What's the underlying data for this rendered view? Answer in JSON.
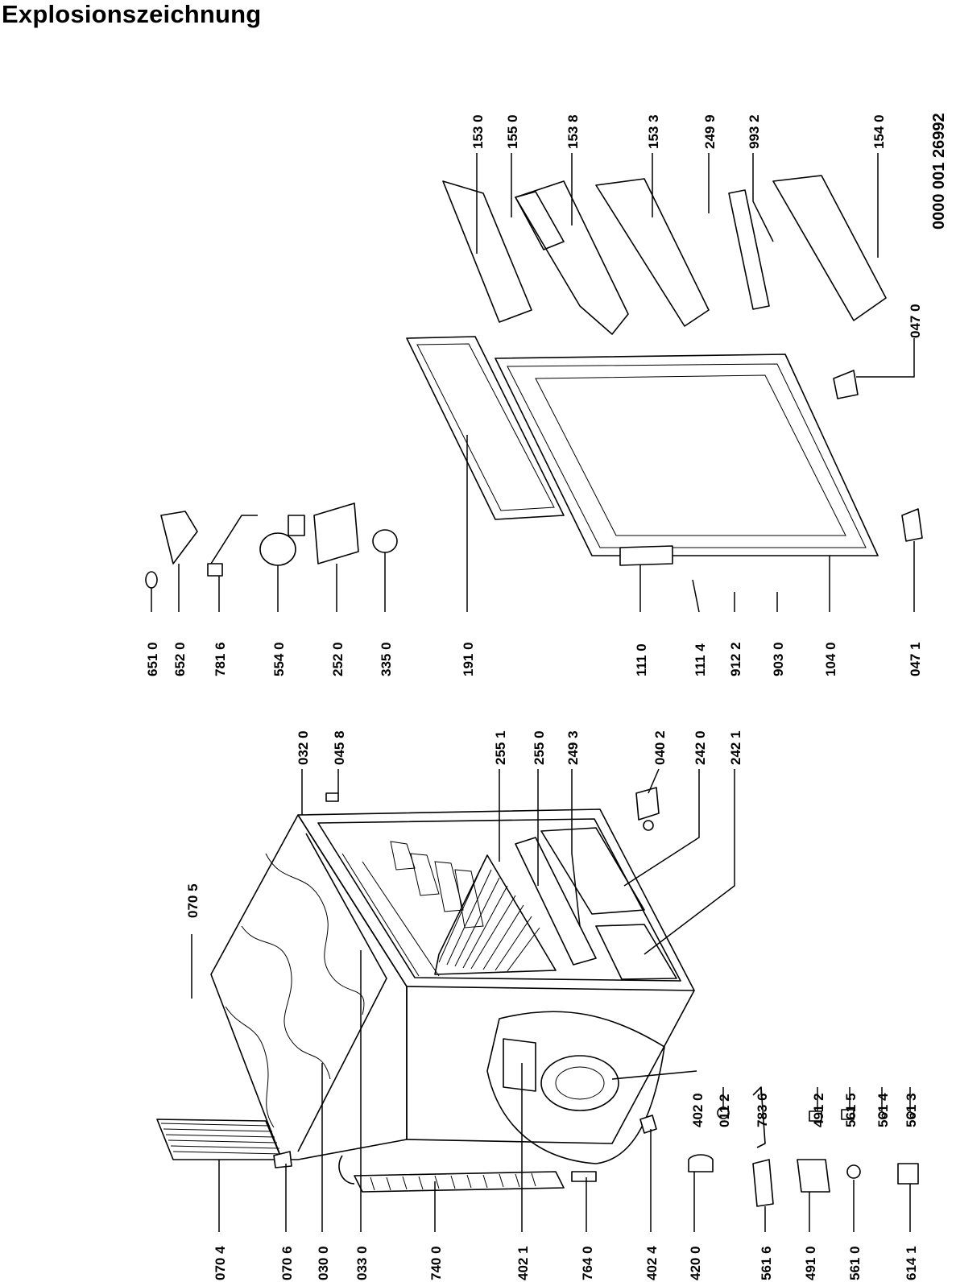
{
  "title": "Explosionszeichnung",
  "document_number": "0000 001 26992",
  "parts": {
    "p0704": "070 4",
    "p0706": "070 6",
    "p0300": "030 0",
    "p0330": "033 0",
    "p7400": "740 0",
    "p4021": "402 1",
    "p7640": "764 0",
    "p4024": "402 4",
    "p4200": "420 0",
    "p5616": "561 6",
    "p4910": "491 0",
    "p5610": "561 0",
    "p6141": "614 1",
    "p4020": "402 0",
    "p0112": "011 2",
    "p7836": "783 6",
    "p4912": "491 2",
    "p5615": "561 5",
    "p5614": "561 4",
    "p5613": "561 3",
    "p0705": "070 5",
    "p0320": "032 0",
    "p0458": "045 8",
    "p2551": "255 1",
    "p2550": "255 0",
    "p2493": "249 3",
    "p0402": "040 2",
    "p2420": "242 0",
    "p2421": "242 1",
    "p6510": "651 0",
    "p6520": "652 0",
    "p7816": "781 6",
    "p5540": "554 0",
    "p2520": "252 0",
    "p3350": "335 0",
    "p1910": "191 0",
    "p1110": "111 0",
    "p1114": "111 4",
    "p9122": "912 2",
    "p9030": "903 0",
    "p1040": "104 0",
    "p0471": "047 1",
    "p1530": "153 0",
    "p1550": "155 0",
    "p1538": "153 8",
    "p1533": "153 3",
    "p2499": "249 9",
    "p9932": "993 2",
    "p1540": "154 0",
    "p0470": "047 0"
  }
}
